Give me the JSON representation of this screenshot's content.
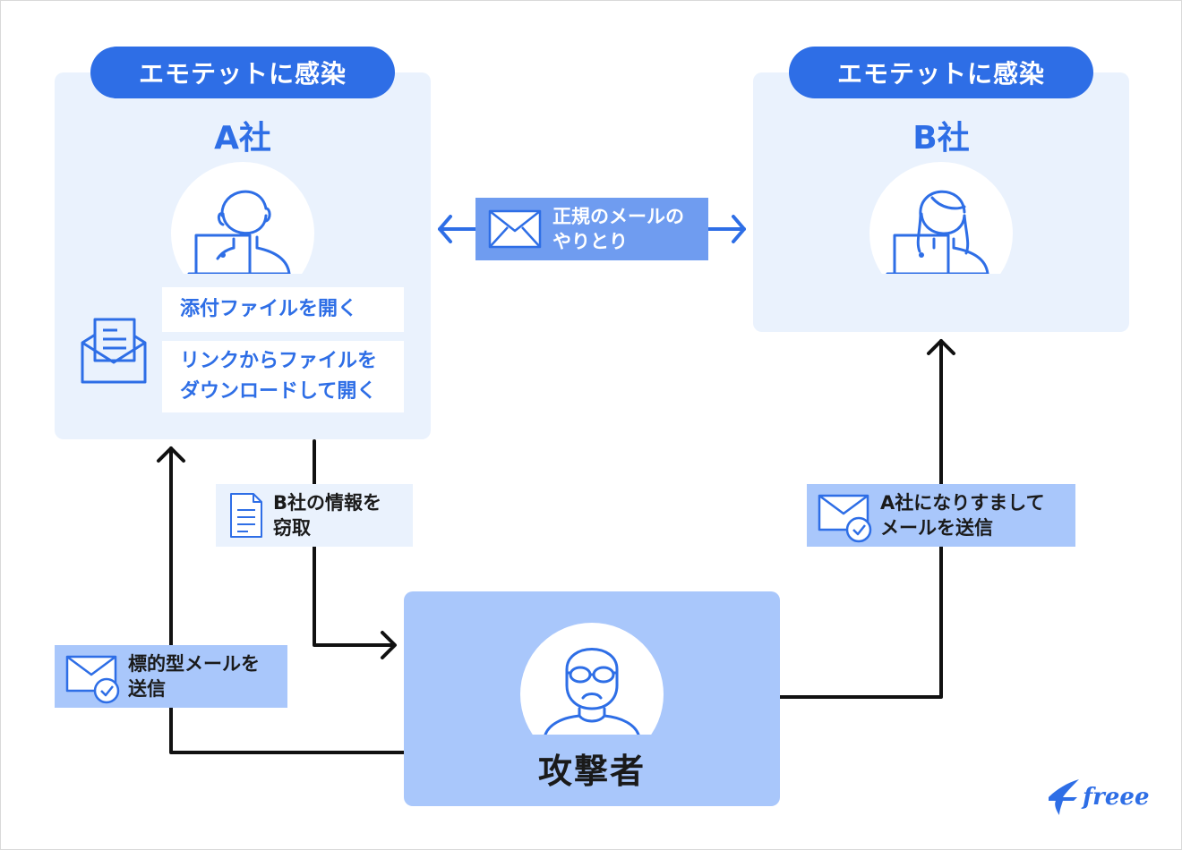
{
  "company_a": {
    "infected_label": "エモテットに感染",
    "name": "A社",
    "actions": [
      "添付ファイルを開く",
      "リンクからファイルを\nダウンロードして開く"
    ]
  },
  "company_b": {
    "infected_label": "エモテットに感染",
    "name": "B社"
  },
  "attacker": {
    "name": "攻撃者"
  },
  "arrows": {
    "regular_exchange": "正規のメールの\nやりとり",
    "steal_info": "B社の情報を\n窃取",
    "spoof_send": "A社になりすまして\nメールを送信",
    "targeted_send": "標的型メールを\n送信"
  },
  "logo": {
    "text": "freee"
  },
  "colors": {
    "accent": "#2e6ee6",
    "panel": "#eaf2fd",
    "label_dark": "#6f9cf0",
    "label_light": "#a9c7fb",
    "attacker_panel": "#a9c7fb",
    "line": "#111111"
  }
}
